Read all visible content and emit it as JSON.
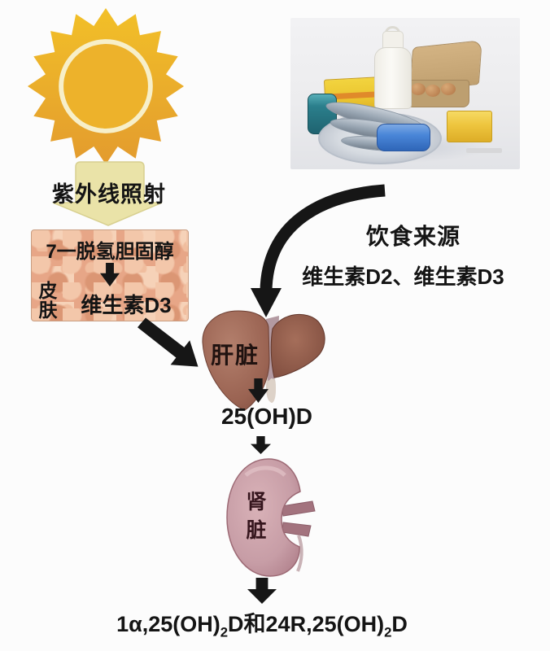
{
  "pathway": {
    "uv_label": "紫外线照射",
    "skin": {
      "precursor": "7一脱氢胆固醇",
      "organ": "皮肤",
      "product": "维生素D3"
    },
    "diet": {
      "source": "饮食来源",
      "vitamins": "维生素D2、维生素D3"
    },
    "liver_label": "肝脏",
    "liver_product": "25(OH)D",
    "kidney_label": "肾脏",
    "final_products": {
      "p1": "1α,25(OH)",
      "sub1": "2",
      "p2": "D和24R,25(OH)",
      "sub2": "2",
      "p3": "D"
    }
  },
  "colors": {
    "sun_gold": "#eeb32b",
    "uv_arrow_yellow": "#eae3a8",
    "skin_tone": "#e7a687",
    "liver_brown": "#96604f",
    "kidney_pink": "#c79da6",
    "arrow_black": "#161616"
  }
}
